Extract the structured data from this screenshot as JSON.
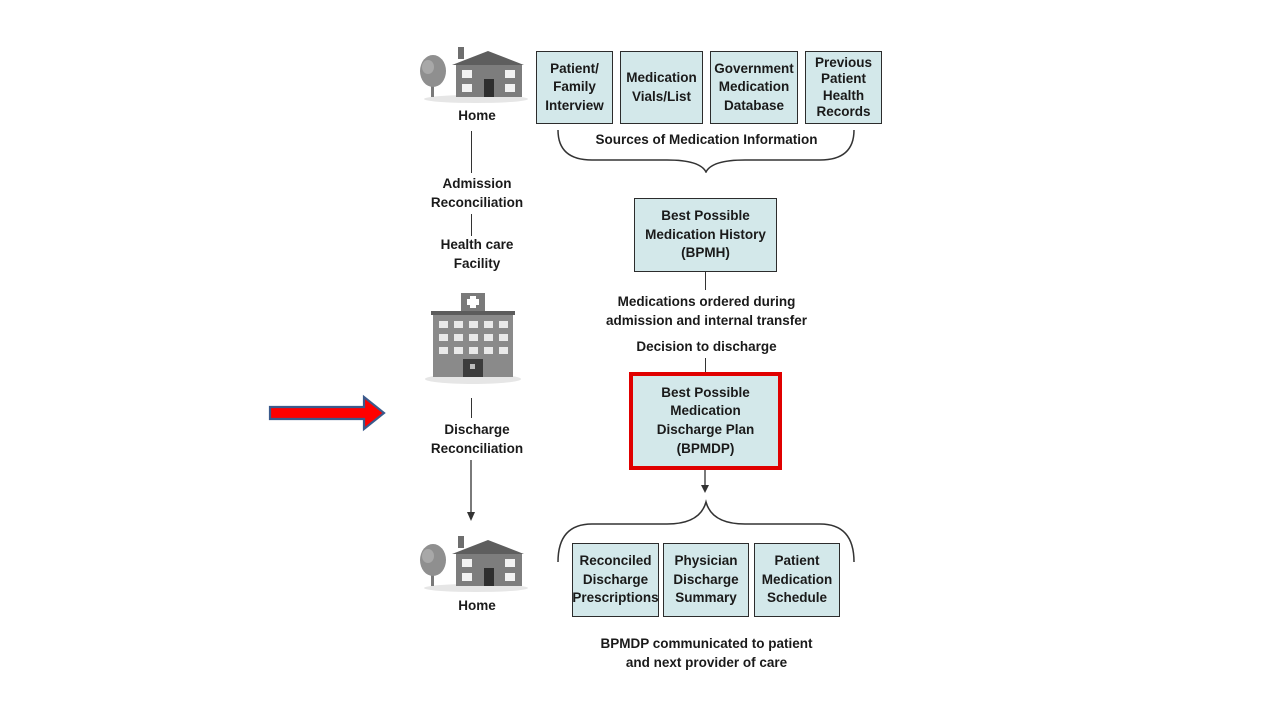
{
  "left_column": {
    "home_top": "Home",
    "admission": [
      "Admission",
      "Reconciliation"
    ],
    "health_care": [
      "Health care",
      "Facility"
    ],
    "discharge": [
      "Discharge",
      "Reconciliation"
    ],
    "home_bottom": "Home"
  },
  "sources": {
    "boxes": [
      [
        "Patient/",
        "Family",
        "Interview"
      ],
      [
        "Medication",
        "Vials/List"
      ],
      [
        "Government",
        "Medication",
        "Database"
      ],
      [
        "Previous",
        "Patient",
        "Health",
        "Records"
      ]
    ],
    "label": "Sources of Medication Information"
  },
  "bpmh": [
    "Best Possible",
    "Medication History",
    "(BPMH)"
  ],
  "meds_ordered": [
    "Medications ordered during",
    "admission and internal transfer"
  ],
  "decision": "Decision to discharge",
  "bpmdp": [
    "Best Possible",
    "Medication",
    "Discharge Plan",
    "(BPMDP)"
  ],
  "outputs": {
    "boxes": [
      [
        "Reconciled",
        "Discharge",
        "Prescriptions"
      ],
      [
        "Physician",
        "Discharge",
        "Summary"
      ],
      [
        "Patient",
        "Medication",
        "Schedule"
      ]
    ],
    "label": [
      "BPMDP communicated to patient",
      "and next provider of care"
    ]
  },
  "colors": {
    "box_fill": "#d3e8ea",
    "highlight": "#e00000",
    "arrow_fill": "#ff0000",
    "arrow_border": "#3a5a8c"
  }
}
